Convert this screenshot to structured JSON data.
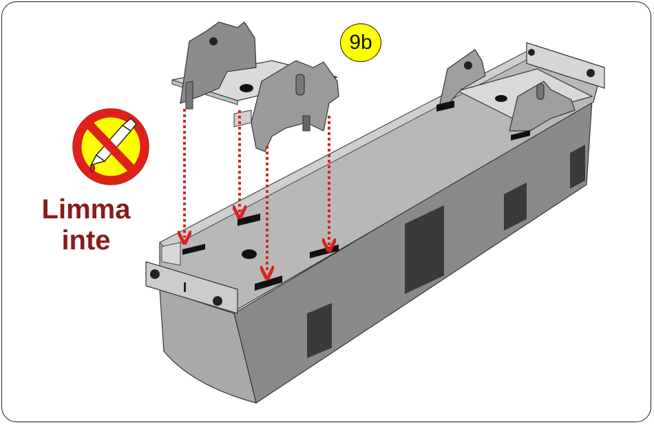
{
  "step": {
    "label": "9b"
  },
  "warning": {
    "line1": "Limma",
    "line2": "inte"
  },
  "icons": {
    "no_glue": "no-glue-icon"
  },
  "colors": {
    "badge": "#ffff00",
    "warning_text": "#8b1a1a",
    "prohibit_red": "#e0201a",
    "arrow_red": "#e0201a",
    "chassis_top": "#b8b8b8",
    "chassis_side": "#8a8a8a",
    "chassis_front": "#a9a9a9"
  }
}
